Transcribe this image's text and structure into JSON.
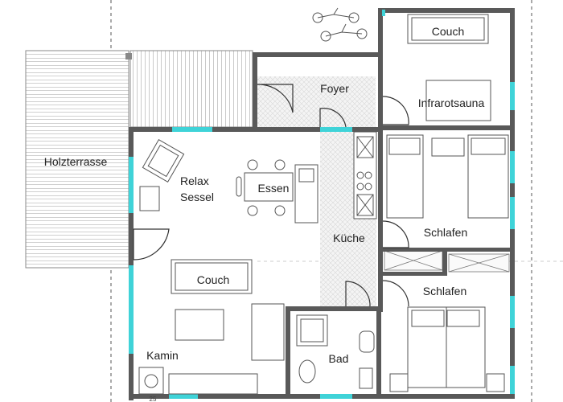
{
  "rooms": {
    "holzterrasse": "Holzterrasse",
    "foyer": "Foyer",
    "infrarotsauna": "Infrarotsauna",
    "couch_sauna": "Couch",
    "relax_line1": "Relax",
    "relax_line2": "Sessel",
    "essen": "Essen",
    "kueche": "Küche",
    "schlafen_1": "Schlafen",
    "schlafen_2": "Schlafen",
    "couch_living": "Couch",
    "kamin": "Kamin",
    "bad": "Bad"
  },
  "bottom_mark": "25"
}
